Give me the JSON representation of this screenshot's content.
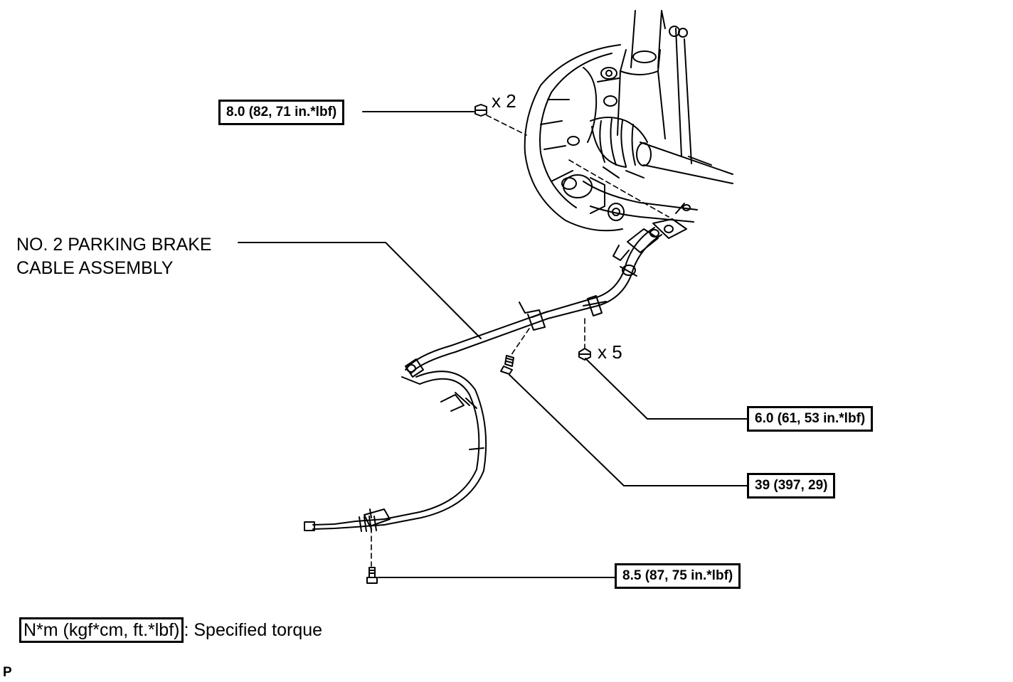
{
  "part_label": {
    "line1": "NO. 2 PARKING BRAKE",
    "line2": "CABLE ASSEMBLY"
  },
  "torque_specs": [
    {
      "value": "8.0 (82, 71 in.*lbf)"
    },
    {
      "value": "6.0 (61, 53 in.*lbf)"
    },
    {
      "value": "39 (397, 29)"
    },
    {
      "value": "8.5 (87, 75 in.*lbf)"
    }
  ],
  "quantities": {
    "upper_nuts": "x 2",
    "clamp_bolts": "x 5"
  },
  "legend": {
    "unit": "N*m (kgf*cm, ft.*lbf)",
    "description": ": Specified torque"
  },
  "figure_ref": "P"
}
